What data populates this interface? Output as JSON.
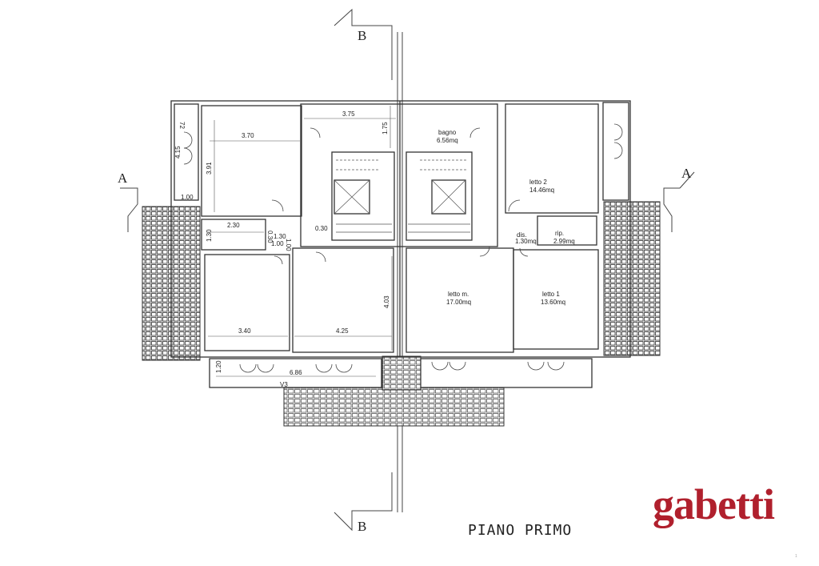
{
  "section_labels": {
    "b": "B",
    "a": "A"
  },
  "dimensions": {
    "d375": "3.75",
    "d175": "1.75",
    "d370": "3.70",
    "d391": "3.91",
    "d415": "4.15",
    "d72": "72",
    "d100": "1.00",
    "d230": "2.30",
    "d130": "1.30",
    "d130b": "1.30",
    "d030": "0.30",
    "d100b": "1.00",
    "d100c": "1.00",
    "d0_30": "0.30",
    "d340": "3.40",
    "d425": "4.25",
    "d403": "4.03",
    "d120": "1.20",
    "d686": "6.86",
    "dv3": "V3"
  },
  "rooms": {
    "bagno": {
      "name": "bagno",
      "area": "6.56mq"
    },
    "letto2": {
      "name": "letto 2",
      "area": "14.46mq"
    },
    "dis": {
      "name": "dis.",
      "area": "1.30mq"
    },
    "rip": {
      "name": "rip.",
      "area": "2.99mq"
    },
    "lettom": {
      "name": "letto m.",
      "area": "17.00mq"
    },
    "letto1": {
      "name": "letto 1",
      "area": "13.60mq"
    }
  },
  "footer": {
    "title": "PIANO PRIMO",
    "logo": "gabetti",
    "page_number": "1"
  }
}
